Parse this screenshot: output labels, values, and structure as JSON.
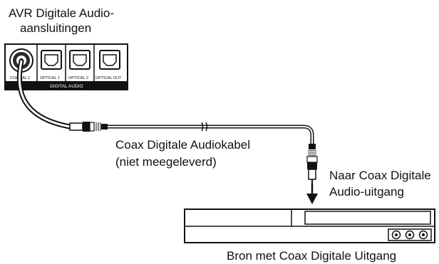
{
  "avr_title": {
    "line1": "AVR Digitale Audio-",
    "line2": "aansluitingen"
  },
  "panel": {
    "ports": [
      "COAXIAL 1",
      "OPTICAL 1",
      "OPTICAL 2",
      "OPTICAL OUT"
    ],
    "section_label": "DIGITAL AUDIO"
  },
  "cable_label": {
    "line1": "Coax Digitale Audiokabel",
    "line2": "(niet  meegeleverd)"
  },
  "output_label": {
    "line1": "Naar Coax Digitale",
    "line2": "Audio-uitgang"
  },
  "source_label": "Bron met Coax Digitale Uitgang"
}
